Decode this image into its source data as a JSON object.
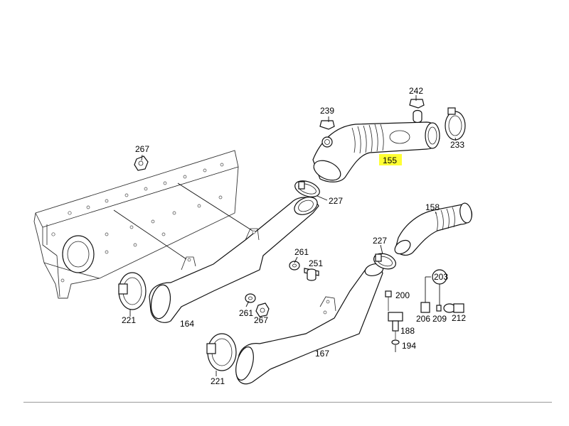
{
  "diagram": {
    "highlight_color": "#ffff33",
    "highlighted_part": "155",
    "labels": {
      "p155": "155",
      "p158": "158",
      "p164": "164",
      "p167": "167",
      "p188": "188",
      "p194": "194",
      "p200": "200",
      "p203": "203",
      "p206": "206",
      "p209": "209",
      "p212": "212",
      "p221a": "221",
      "p221b": "221",
      "p227a": "227",
      "p227b": "227",
      "p233": "233",
      "p239": "239",
      "p242": "242",
      "p251": "251",
      "p261a": "261",
      "p261b": "261",
      "p267a": "267",
      "p267b": "267"
    }
  }
}
